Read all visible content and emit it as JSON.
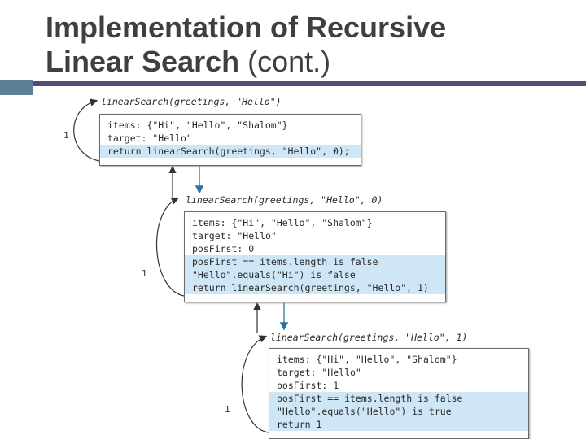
{
  "slide": {
    "title_bold_1": "Implementation of Recursive",
    "title_bold_2": "Linear Search",
    "title_suffix": " (cont.)"
  },
  "trace": {
    "top_call": "linearSearch(greetings, \"Hello\")",
    "frames": [
      {
        "header_call": "",
        "lines": [
          "items: {\"Hi\", \"Hello\", \"Shalom\"}",
          "target: \"Hello\"",
          "return linearSearch(greetings, \"Hello\", 0);"
        ],
        "return_label": "1"
      },
      {
        "header_call": "linearSearch(greetings, \"Hello\", 0)",
        "lines": [
          "items: {\"Hi\", \"Hello\", \"Shalom\"}",
          "target: \"Hello\"",
          "posFirst: 0",
          "posFirst == items.length is false",
          "\"Hello\".equals(\"Hi\") is false",
          "return linearSearch(greetings, \"Hello\", 1)"
        ],
        "return_label": "1"
      },
      {
        "header_call": "linearSearch(greetings, \"Hello\", 1)",
        "lines": [
          "items: {\"Hi\", \"Hello\", \"Shalom\"}",
          "target: \"Hello\"",
          "posFirst: 1",
          "posFirst == items.length is false",
          "\"Hello\".equals(\"Hello\") is true",
          "return 1"
        ],
        "return_label": "1"
      }
    ]
  },
  "colors": {
    "highlight": "#cfe6f6",
    "rule_bar": "#4f4f7a",
    "rule_accent": "#5e7e96",
    "arrow_blue": "#2a72a8"
  }
}
